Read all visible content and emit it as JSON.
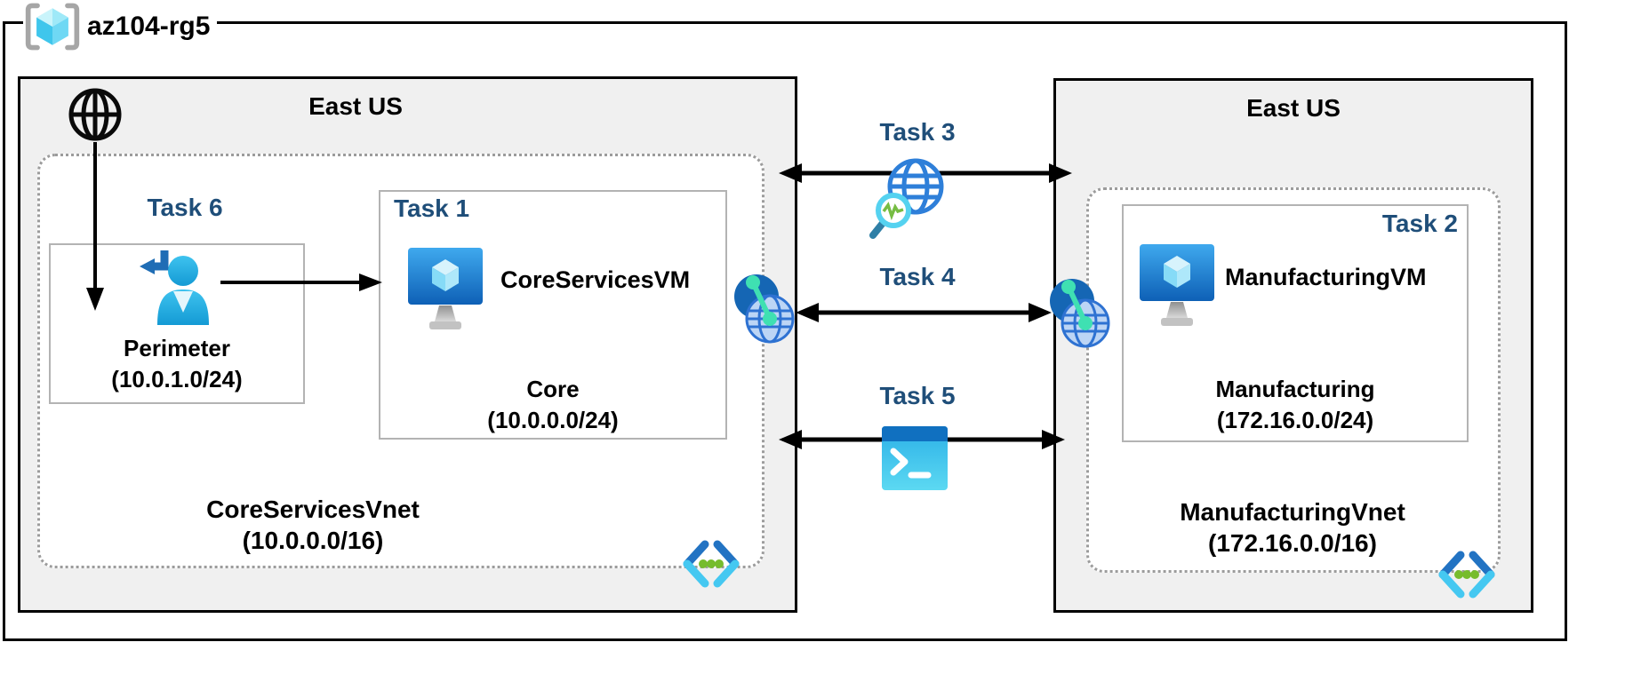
{
  "resource_group": {
    "name": "az104-rg5"
  },
  "regions": {
    "left": {
      "title": "East US",
      "vnet": {
        "name": "CoreServicesVnet",
        "cidr": "(10.0.0.0/16)"
      },
      "subnets": {
        "perimeter": {
          "task": "Task 6",
          "name": "Perimeter",
          "cidr": "(10.0.1.0/24)"
        },
        "core": {
          "task": "Task 1",
          "vm": "CoreServicesVM",
          "name": "Core",
          "cidr": "(10.0.0.0/24)"
        }
      }
    },
    "right": {
      "title": "East US",
      "vnet": {
        "name": "ManufacturingVnet",
        "cidr": "(172.16.0.0/16)"
      },
      "subnets": {
        "manufacturing": {
          "task": "Task 2",
          "vm": "ManufacturingVM",
          "name": "Manufacturing",
          "cidr": "(172.16.0.0/24)"
        }
      }
    }
  },
  "connections": {
    "task3": {
      "label": "Task 3",
      "icon": "network-watcher-icon"
    },
    "task4": {
      "label": "Task 4",
      "icon": "vnet-peering-icon"
    },
    "task5": {
      "label": "Task 5",
      "icon": "cloud-shell-icon"
    }
  },
  "icons": {
    "resource_group": "resource-group-icon",
    "internet": "internet-globe-icon",
    "guest_user": "guest-user-icon",
    "virtual_machine": "virtual-machine-icon",
    "vnet_peering": "vnet-peering-icon",
    "network_watcher": "network-watcher-icon",
    "cloud_shell": "cloud-shell-icon",
    "virtual_network": "virtual-network-icon"
  },
  "colors": {
    "task_label": "#1f4e79",
    "region_fill": "#f0f0f0",
    "frame_border": "#000000",
    "subnet_border": "#b3b3b3",
    "dotted_border": "#9c9c9c",
    "azure_blue_dark": "#1566b4",
    "azure_blue": "#2e7fd9",
    "cyan": "#45c8f1",
    "mint_green": "#3fe0b2",
    "vnet_dot_green": "#76bc2d"
  }
}
